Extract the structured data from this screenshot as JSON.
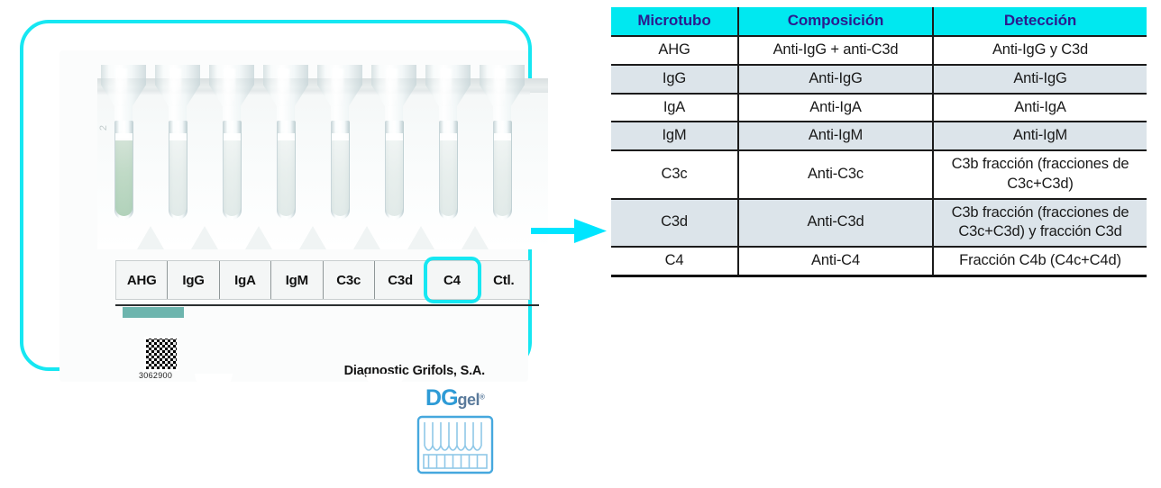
{
  "card": {
    "brand_maker": "Diagnostic Grifols, S.A.",
    "barcode_number": "3062900",
    "cassette_index": "2",
    "microtube_labels": [
      "AHG",
      "IgG",
      "IgA",
      "IgM",
      "C3c",
      "C3d",
      "C4",
      "Ctl."
    ],
    "highlighted_label": "C4",
    "filled_tube_index": 0,
    "border_color": "#16E7F2",
    "ahg_bar_color": "#6db5ae"
  },
  "logo": {
    "dg": "DG",
    "gel": "gel",
    "registered": "®",
    "dg_color": "#2E9BD6",
    "gel_color": "#5A7A9B"
  },
  "arrow": {
    "direction": "right",
    "color": "#00E5FF"
  },
  "table": {
    "header_bg": "#00E8F0",
    "header_text_color": "#2C1B8E",
    "stripe_color": "#DCE4EA",
    "headers": [
      "Microtubo",
      "Composición",
      "Detección"
    ],
    "rows": [
      {
        "microtubo": "AHG",
        "composicion": "Anti-IgG + anti-C3d",
        "deteccion": "Anti-IgG y C3d"
      },
      {
        "microtubo": "IgG",
        "composicion": "Anti-IgG",
        "deteccion": "Anti-IgG"
      },
      {
        "microtubo": "IgA",
        "composicion": "Anti-IgA",
        "deteccion": "Anti-IgA"
      },
      {
        "microtubo": "IgM",
        "composicion": "Anti-IgM",
        "deteccion": "Anti-IgM"
      },
      {
        "microtubo": "C3c",
        "composicion": "Anti-C3c",
        "deteccion": "C3b fracción (fracciones de C3c+C3d)"
      },
      {
        "microtubo": "C3d",
        "composicion": "Anti-C3d",
        "deteccion": "C3b fracción (fracciones de C3c+C3d) y fracción C3d"
      },
      {
        "microtubo": "C4",
        "composicion": "Anti-C4",
        "deteccion": "Fracción C4b (C4c+C4d)"
      }
    ]
  }
}
